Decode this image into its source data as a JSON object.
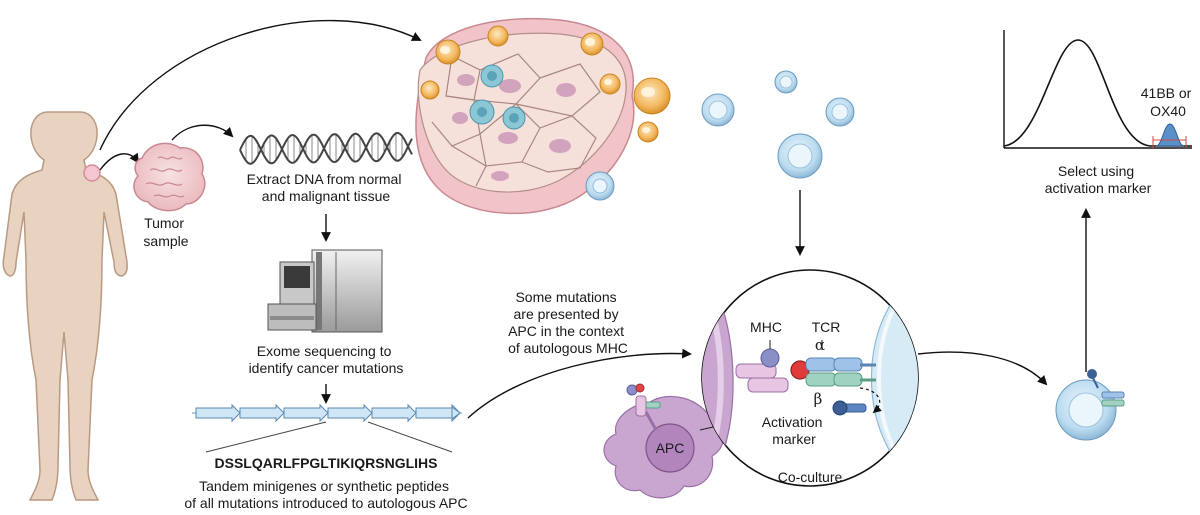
{
  "labels": {
    "tumor_sample": [
      "Tumor",
      "sample"
    ],
    "extract_dna": [
      "Extract DNA from normal",
      "and malignant tissue"
    ],
    "exome": [
      "Exome sequencing to",
      "identify cancer mutations"
    ],
    "sequence": "DSSLQARLFPGLTIKIQRSNGLIHS",
    "minigenes": [
      "Tandem minigenes or synthetic peptides",
      "of all mutations introduced to autologous APC"
    ],
    "mutations_presented": [
      "Some mutations",
      "are presented by",
      "APC in the context",
      "of autologous MHC"
    ],
    "mhc": "MHC",
    "tcr": "TCR",
    "alpha": "α",
    "beta": "β",
    "activation_marker": [
      "Activation",
      "marker"
    ],
    "apc": "APC",
    "coculture": "Co-culture",
    "marker_41bb": [
      "41BB or",
      "OX40"
    ],
    "select": [
      "Select using",
      "activation marker"
    ]
  },
  "colors": {
    "skin": "#e8d3c0",
    "skin_outline": "#b89a84",
    "tumor_pink": "#f2d6d8",
    "tumor_purple": "#b67aa9",
    "t_cell_blue": "#b8d9ee",
    "t_cell_ring": "#8fb8d6",
    "orange_cell": "#f2b65a",
    "apc_purple": "#c9a6d0",
    "dna_line": "#555555",
    "arrow": "#111111",
    "peak_fill": "#5b8fc9"
  }
}
